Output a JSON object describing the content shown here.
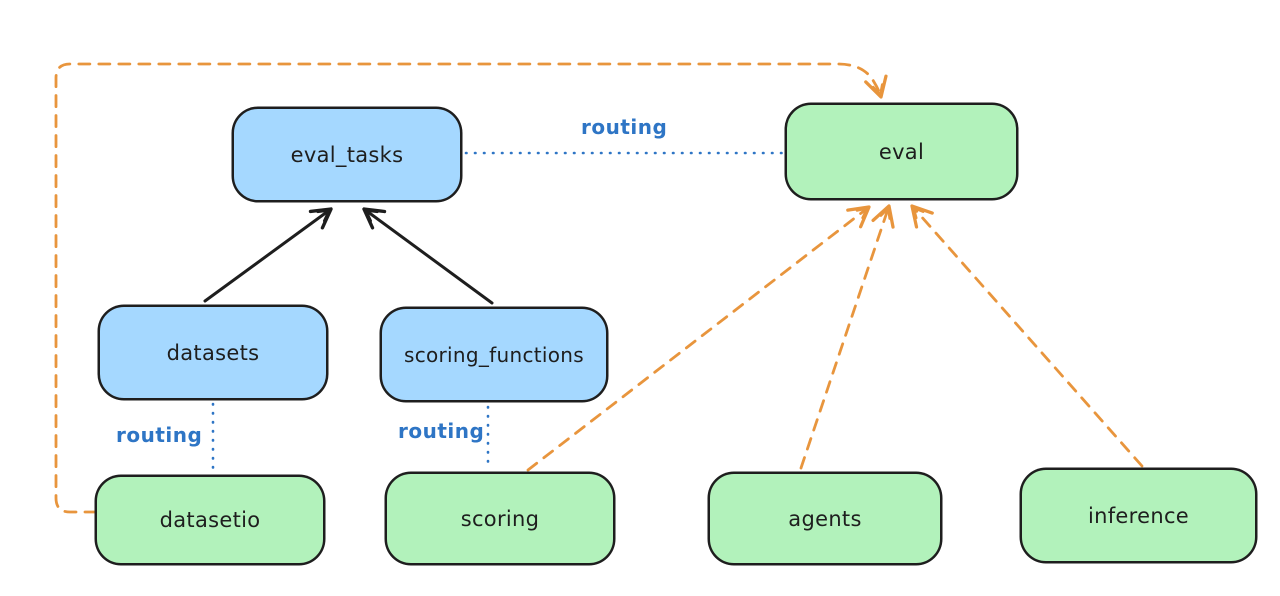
{
  "diagram": {
    "colors": {
      "blue_fill": "#a5d8ff",
      "green_fill": "#b2f2bb",
      "stroke": "#1e1e1e",
      "orange_dashed": "#e8953d",
      "routing_blue": "#2e75c5",
      "background": "#ffffff"
    },
    "nodes": [
      {
        "id": "eval_tasks",
        "label": "eval_tasks",
        "color": "blue"
      },
      {
        "id": "eval",
        "label": "eval",
        "color": "green"
      },
      {
        "id": "datasets",
        "label": "datasets",
        "color": "blue"
      },
      {
        "id": "scoring_functions",
        "label": "scoring_functions",
        "color": "blue"
      },
      {
        "id": "datasetio",
        "label": "datasetio",
        "color": "green"
      },
      {
        "id": "scoring",
        "label": "scoring",
        "color": "green"
      },
      {
        "id": "agents",
        "label": "agents",
        "color": "green"
      },
      {
        "id": "inference",
        "label": "inference",
        "color": "green"
      }
    ],
    "edges": [
      {
        "from": "datasets",
        "to": "eval_tasks",
        "style": "solid-black-arrow",
        "label": ""
      },
      {
        "from": "scoring_functions",
        "to": "eval_tasks",
        "style": "solid-black-arrow",
        "label": ""
      },
      {
        "from": "eval_tasks",
        "to": "eval",
        "style": "dotted-blue",
        "label": "routing"
      },
      {
        "from": "datasets",
        "to": "datasetio",
        "style": "dotted-blue",
        "label": "routing"
      },
      {
        "from": "scoring_functions",
        "to": "scoring",
        "style": "dotted-blue",
        "label": "routing"
      },
      {
        "from": "datasetio",
        "to": "eval",
        "style": "dashed-orange-arrow",
        "label": ""
      },
      {
        "from": "scoring",
        "to": "eval",
        "style": "dashed-orange-arrow",
        "label": ""
      },
      {
        "from": "agents",
        "to": "eval",
        "style": "dashed-orange-arrow",
        "label": ""
      },
      {
        "from": "inference",
        "to": "eval",
        "style": "dashed-orange-arrow",
        "label": ""
      }
    ]
  }
}
